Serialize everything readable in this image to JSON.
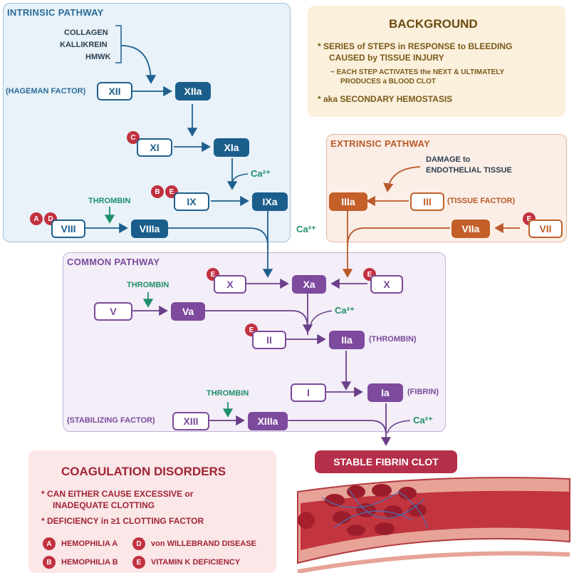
{
  "intrinsic": {
    "title": "INTRINSIC PATHWAY",
    "activators": [
      "COLLAGEN",
      "KALLIKREIN",
      "HMWK"
    ],
    "hageman_label": "(HAGEMAN FACTOR)",
    "thrombin": "THROMBIN",
    "ca": "Ca²⁺",
    "nodes": {
      "xii": "XII",
      "xiia": "XIIa",
      "xi": "XI",
      "xia": "XIa",
      "ix": "IX",
      "ixa": "IXa",
      "viii": "VIII",
      "viiia": "VIIIa"
    }
  },
  "extrinsic": {
    "title": "EXTRINSIC PATHWAY",
    "damage": [
      "DAMAGE to",
      "ENDOTHELIAL TISSUE"
    ],
    "tissue_factor": "(TISSUE FACTOR)",
    "ca": "Ca²⁺",
    "nodes": {
      "iiia": "IIIa",
      "iii": "III",
      "viia": "VIIa",
      "vii": "VII"
    }
  },
  "common": {
    "title": "COMMON PATHWAY",
    "thrombin1": "THROMBIN",
    "thrombin2": "THROMBIN",
    "thrombin_label": "(THROMBIN)",
    "fibrin_label": "(FIBRIN)",
    "stabilizing_label": "(STABILIZING FACTOR)",
    "ca1": "Ca²⁺",
    "ca2": "Ca²⁺",
    "nodes": {
      "x_left": "X",
      "xa": "Xa",
      "x_right": "X",
      "v": "V",
      "va": "Va",
      "ii": "II",
      "iia": "IIa",
      "i": "I",
      "ia": "Ia",
      "xiii": "XIII",
      "xiiia": "XIIIa"
    }
  },
  "background": {
    "title": "BACKGROUND",
    "bullet1": [
      "* SERIES of STEPS in RESPONSE to BLEEDING",
      "CAUSED by TISSUE INJURY"
    ],
    "sub1": [
      "~ EACH STEP ACTIVATES the NEXT & ULTIMATELY",
      "PRODUCES a BLOOD CLOT"
    ],
    "bullet2": "* aka SECONDARY HEMOSTASIS"
  },
  "clot": {
    "label": "STABLE FIBRIN CLOT"
  },
  "disorders": {
    "title": "COAGULATION DISORDERS",
    "bullet1": [
      "* CAN EITHER CAUSE EXCESSIVE or",
      "INADEQUATE CLOTTING"
    ],
    "bullet2": "* DEFICIENCY in ≥1 CLOTTING FACTOR",
    "legend": [
      {
        "key": "A",
        "label": "HEMOPHILIA A"
      },
      {
        "key": "D",
        "label": "von WILLEBRAND DISEASE"
      },
      {
        "key": "B",
        "label": "HEMOPHILIA B"
      },
      {
        "key": "E",
        "label": "VITAMIN K DEFICIENCY"
      }
    ]
  },
  "badges": {
    "a": "A",
    "b": "B",
    "c": "C",
    "d": "D",
    "e": "E"
  },
  "colors": {
    "intrinsic_bg": "#e8f2f8",
    "extrinsic_bg": "#fbeee6",
    "common_bg": "#f3eef8",
    "background_bg": "#fbf0dc",
    "disorders_bg": "#fbe6e8",
    "badge": "#c2313f"
  }
}
